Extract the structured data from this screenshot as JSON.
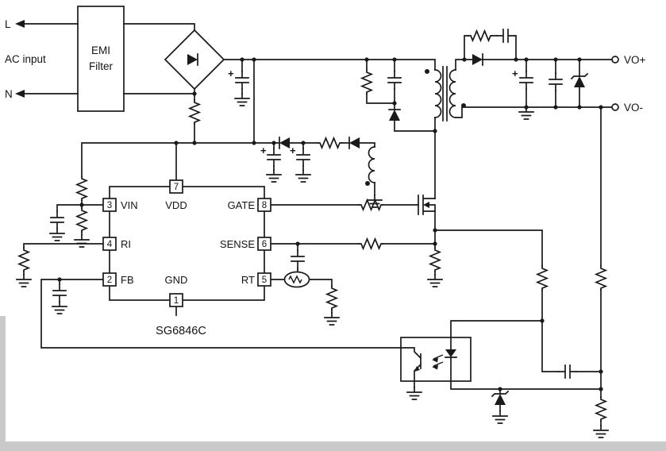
{
  "schematic": {
    "description": "Flyback AC-DC power supply application circuit based on the SG6846C PWM controller",
    "ac_input": {
      "line_label": "L",
      "neutral_label": "N",
      "caption": "AC input"
    },
    "emi_filter": {
      "label_line1": "EMI",
      "label_line2": "Filter"
    },
    "controller": {
      "part_number": "SG6846C",
      "pins": [
        {
          "number": "3",
          "name": "VIN"
        },
        {
          "number": "4",
          "name": "RI"
        },
        {
          "number": "2",
          "name": "FB"
        },
        {
          "number": "7",
          "name": "VDD"
        },
        {
          "number": "1",
          "name": "GND"
        },
        {
          "number": "8",
          "name": "GATE"
        },
        {
          "number": "6",
          "name": "SENSE"
        },
        {
          "number": "5",
          "name": "RT"
        }
      ]
    },
    "output": {
      "positive_label": "VO+",
      "negative_label": "VO-"
    },
    "polarity_mark": "+",
    "colors": {
      "line": "#1a1a1a",
      "background": "#ffffff"
    }
  }
}
